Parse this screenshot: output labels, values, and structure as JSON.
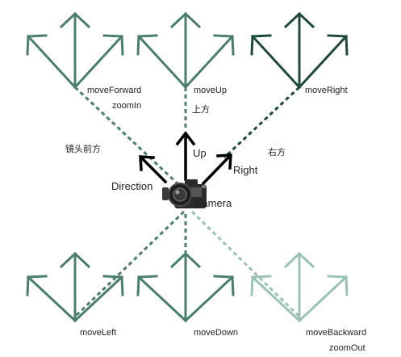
{
  "colors": {
    "teal": "#4a7f6c",
    "dark_green": "#1f4a3a",
    "light_teal": "#9ac3b4",
    "axis": "#000000",
    "camera": "#2b2b2b"
  },
  "labels": {
    "move_forward": "moveForward",
    "zoom_in": "zoomIn",
    "move_up": "moveUp",
    "up_cn": "上方",
    "move_right": "moveRight",
    "front_cn": "镜头前方",
    "right_cn": "右方",
    "up": "Up",
    "right": "Right",
    "direction": "Direction",
    "camera": "Camera",
    "move_left": "moveLeft",
    "move_down": "moveDown",
    "move_backward": "moveBackward",
    "zoom_out": "zoomOut"
  },
  "icons": {
    "camera": "camera-icon",
    "arrow_fan": "arrow-fan-icon"
  }
}
